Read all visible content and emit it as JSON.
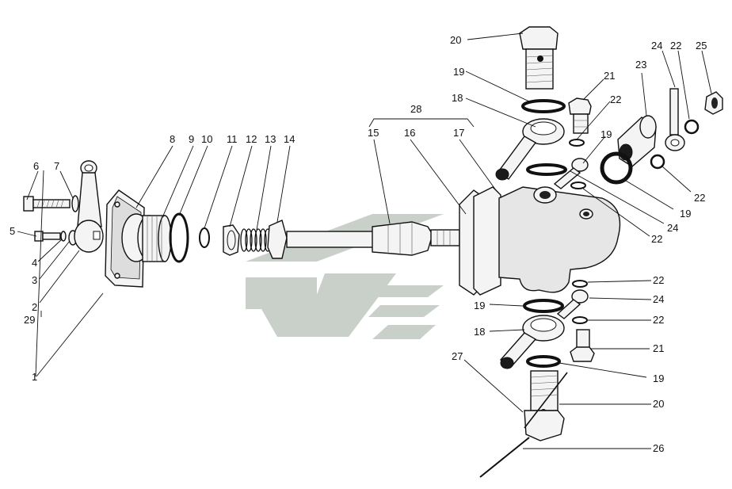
{
  "diagram": {
    "labels": [
      {
        "id": "l1",
        "text": "1"
      },
      {
        "id": "l2",
        "text": "2"
      },
      {
        "id": "l3",
        "text": "3"
      },
      {
        "id": "l4",
        "text": "4"
      },
      {
        "id": "l5",
        "text": "5"
      },
      {
        "id": "l6",
        "text": "6"
      },
      {
        "id": "l7",
        "text": "7"
      },
      {
        "id": "l8",
        "text": "8"
      },
      {
        "id": "l9",
        "text": "9"
      },
      {
        "id": "l10",
        "text": "10"
      },
      {
        "id": "l11",
        "text": "11"
      },
      {
        "id": "l12",
        "text": "12"
      },
      {
        "id": "l13",
        "text": "13"
      },
      {
        "id": "l14",
        "text": "14"
      },
      {
        "id": "l15",
        "text": "15"
      },
      {
        "id": "l16",
        "text": "16"
      },
      {
        "id": "l17",
        "text": "17"
      },
      {
        "id": "l28",
        "text": "28"
      },
      {
        "id": "l29",
        "text": "29"
      },
      {
        "id": "r20a",
        "text": "20"
      },
      {
        "id": "r19a",
        "text": "19"
      },
      {
        "id": "r18a",
        "text": "18"
      },
      {
        "id": "r21a",
        "text": "21"
      },
      {
        "id": "r22a",
        "text": "22"
      },
      {
        "id": "r19b",
        "text": "19"
      },
      {
        "id": "r23",
        "text": "23"
      },
      {
        "id": "r24a",
        "text": "24"
      },
      {
        "id": "r22b",
        "text": "22"
      },
      {
        "id": "r25",
        "text": "25"
      },
      {
        "id": "r22c",
        "text": "22"
      },
      {
        "id": "r19c",
        "text": "19"
      },
      {
        "id": "r24b",
        "text": "24"
      },
      {
        "id": "r22d",
        "text": "22"
      },
      {
        "id": "r22e",
        "text": "22"
      },
      {
        "id": "r19d",
        "text": "19"
      },
      {
        "id": "r24c",
        "text": "24"
      },
      {
        "id": "r22f",
        "text": "22"
      },
      {
        "id": "r18b",
        "text": "18"
      },
      {
        "id": "r21b",
        "text": "21"
      },
      {
        "id": "r27",
        "text": "27"
      },
      {
        "id": "r19e",
        "text": "19"
      },
      {
        "id": "r20b",
        "text": "20"
      },
      {
        "id": "r26",
        "text": "26"
      }
    ]
  }
}
